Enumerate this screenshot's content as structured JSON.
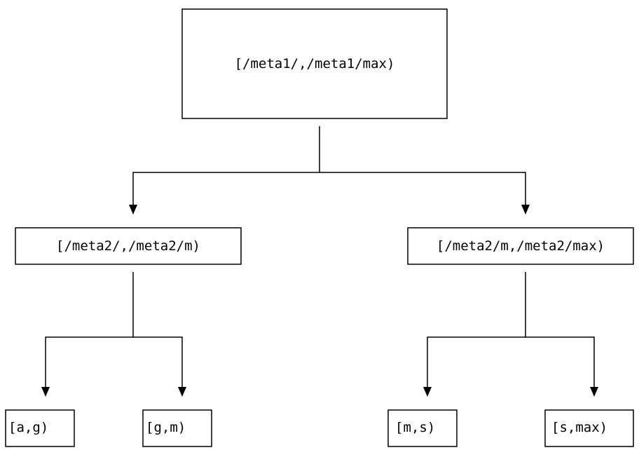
{
  "diagram": {
    "type": "tree",
    "colors": {
      "line": "#000000",
      "background": "#ffffff",
      "text": "#000000"
    },
    "nodes": {
      "root": {
        "label": "[/meta1/,/meta1/max)"
      },
      "meta2_left": {
        "label": "[/meta2/,/meta2/m)"
      },
      "meta2_right": {
        "label": "[/meta2/m,/meta2/max)"
      },
      "leaf_a_g": {
        "label": "[a,g)"
      },
      "leaf_g_m": {
        "label": "[g,m)"
      },
      "leaf_m_s": {
        "label": "[m,s)"
      },
      "leaf_s_max": {
        "label": "[s,max)"
      }
    },
    "edges": [
      {
        "from": "root",
        "to": "meta2_left"
      },
      {
        "from": "root",
        "to": "meta2_right"
      },
      {
        "from": "meta2_left",
        "to": "leaf_a_g"
      },
      {
        "from": "meta2_left",
        "to": "leaf_g_m"
      },
      {
        "from": "meta2_right",
        "to": "leaf_m_s"
      },
      {
        "from": "meta2_right",
        "to": "leaf_s_max"
      }
    ]
  }
}
